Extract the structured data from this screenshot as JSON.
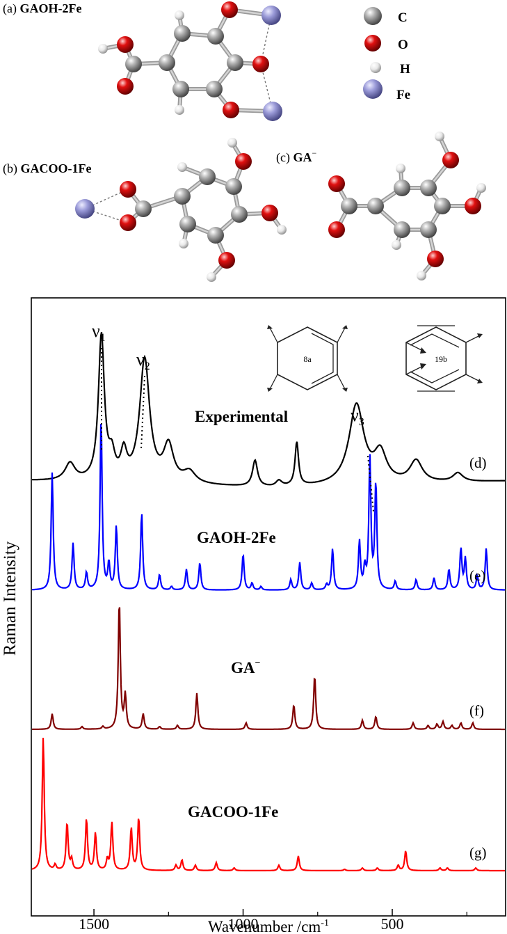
{
  "molecules": {
    "a": {
      "prefix": "(a) ",
      "name": "GAOH-2Fe"
    },
    "b": {
      "prefix": "(b) ",
      "name": "GACOO-1Fe"
    },
    "c": {
      "prefix": "(c) ",
      "name": "GA",
      "sup": "−"
    }
  },
  "atom_legend": [
    {
      "label": "C",
      "color": "#8a8a8a"
    },
    {
      "label": "O",
      "color": "#d40000"
    },
    {
      "label": "H",
      "color": "#e6e6e6"
    },
    {
      "label": "Fe",
      "color": "#8f8fd0"
    }
  ],
  "modes": {
    "m1": "8a",
    "m2": "19b"
  },
  "peak_labels": {
    "v1": {
      "sym": "ν",
      "sub": "1"
    },
    "v2": {
      "sym": "ν",
      "sub": "2"
    },
    "v3": {
      "sym": "ν",
      "sub": "3"
    }
  },
  "chart_data": {
    "type": "line",
    "xlabel": "Wavenumber /cm",
    "xlabel_sup": "-1",
    "ylabel": "Raman Intensity",
    "xlim": [
      1710,
      120
    ],
    "x_reversed": true,
    "xticks": [
      1500,
      1000,
      500
    ],
    "tick_labels": [
      "1500",
      "1000",
      "500"
    ],
    "grid": false,
    "series": [
      {
        "key": "d",
        "name": "Experimental",
        "tag": "(d)",
        "color": "#000000",
        "peaks": [
          [
            1580,
            0.12,
            20
          ],
          [
            1475,
            1.0,
            12
          ],
          [
            1440,
            0.15,
            12
          ],
          [
            1400,
            0.18,
            12
          ],
          [
            1330,
            0.85,
            20
          ],
          [
            1250,
            0.25,
            20
          ],
          [
            1180,
            0.08,
            25
          ],
          [
            960,
            0.18,
            10
          ],
          [
            880,
            0.04,
            12
          ],
          [
            820,
            0.3,
            7
          ],
          [
            620,
            0.55,
            30
          ],
          [
            540,
            0.2,
            25
          ],
          [
            420,
            0.15,
            25
          ],
          [
            280,
            0.06,
            20
          ]
        ],
        "baseline": 0.08
      },
      {
        "key": "e",
        "name": "GAOH-2Fe",
        "color": "#0000ff",
        "peaks": [
          [
            1640,
            0.68,
            4
          ],
          [
            1570,
            0.27,
            4
          ],
          [
            1525,
            0.1,
            4
          ],
          [
            1476,
            1.0,
            4
          ],
          [
            1450,
            0.15,
            4
          ],
          [
            1425,
            0.37,
            4
          ],
          [
            1340,
            0.45,
            4
          ],
          [
            1280,
            0.09,
            4
          ],
          [
            1240,
            0.02,
            4
          ],
          [
            1190,
            0.12,
            4
          ],
          [
            1145,
            0.16,
            4
          ],
          [
            1000,
            0.21,
            4
          ],
          [
            970,
            0.04,
            4
          ],
          [
            940,
            0.02,
            4
          ],
          [
            840,
            0.06,
            4
          ],
          [
            810,
            0.16,
            4
          ],
          [
            770,
            0.04,
            4
          ],
          [
            720,
            0.03,
            4
          ],
          [
            700,
            0.24,
            4
          ],
          [
            610,
            0.28,
            4
          ],
          [
            592,
            0.12,
            4
          ],
          [
            575,
            0.76,
            4
          ],
          [
            555,
            0.62,
            4
          ],
          [
            490,
            0.05,
            4
          ],
          [
            420,
            0.06,
            4
          ],
          [
            360,
            0.07,
            4
          ],
          [
            310,
            0.12,
            4
          ],
          [
            270,
            0.24,
            4
          ],
          [
            255,
            0.18,
            4
          ],
          [
            215,
            0.08,
            4
          ],
          [
            185,
            0.24,
            4
          ]
        ]
      },
      {
        "key": "f",
        "name": "GA",
        "name_sup": "−",
        "tag": "(f)",
        "color": "#800000",
        "peaks": [
          [
            1640,
            0.12,
            4
          ],
          [
            1540,
            0.02,
            4
          ],
          [
            1470,
            0.02,
            4
          ],
          [
            1415,
            1.0,
            4
          ],
          [
            1395,
            0.26,
            4
          ],
          [
            1335,
            0.12,
            4
          ],
          [
            1280,
            0.02,
            4
          ],
          [
            1220,
            0.03,
            4
          ],
          [
            1155,
            0.28,
            4
          ],
          [
            990,
            0.05,
            4
          ],
          [
            830,
            0.19,
            4
          ],
          [
            760,
            0.42,
            4
          ],
          [
            600,
            0.07,
            4
          ],
          [
            555,
            0.1,
            4
          ],
          [
            430,
            0.05,
            4
          ],
          [
            380,
            0.03,
            4
          ],
          [
            350,
            0.04,
            4
          ],
          [
            330,
            0.06,
            4
          ],
          [
            300,
            0.03,
            4
          ],
          [
            270,
            0.05,
            4
          ],
          [
            230,
            0.05,
            4
          ]
        ]
      },
      {
        "key": "g",
        "name": "GACOO-1Fe",
        "tag": "(g)",
        "color": "#ff0000",
        "peaks": [
          [
            1670,
            1.0,
            4
          ],
          [
            1630,
            0.04,
            4
          ],
          [
            1590,
            0.36,
            4
          ],
          [
            1575,
            0.08,
            4
          ],
          [
            1525,
            0.39,
            4
          ],
          [
            1495,
            0.28,
            4
          ],
          [
            1455,
            0.08,
            4
          ],
          [
            1440,
            0.36,
            4
          ],
          [
            1375,
            0.32,
            4
          ],
          [
            1350,
            0.4,
            4
          ],
          [
            1225,
            0.04,
            4
          ],
          [
            1205,
            0.08,
            4
          ],
          [
            1160,
            0.04,
            4
          ],
          [
            1090,
            0.06,
            4
          ],
          [
            1030,
            0.02,
            4
          ],
          [
            880,
            0.04,
            4
          ],
          [
            815,
            0.11,
            4
          ],
          [
            660,
            0.01,
            4
          ],
          [
            600,
            0.02,
            4
          ],
          [
            550,
            0.02,
            4
          ],
          [
            480,
            0.04,
            4
          ],
          [
            455,
            0.15,
            4
          ],
          [
            340,
            0.02,
            4
          ],
          [
            315,
            0.02,
            4
          ],
          [
            220,
            0.02,
            4
          ]
        ]
      }
    ]
  }
}
